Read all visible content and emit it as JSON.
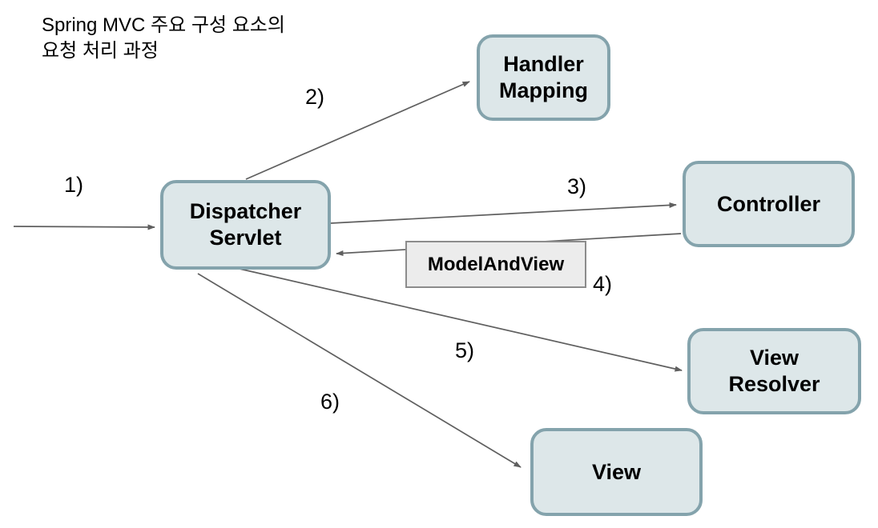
{
  "title": "Spring MVC 주요 구성 요소의\n요청 처리 과정",
  "nodes": {
    "handler_mapping": "Handler\nMapping",
    "dispatcher_servlet": "Dispatcher\nServlet",
    "controller": "Controller",
    "model_and_view": "ModelAndView",
    "view_resolver": "View\nResolver",
    "view": "View"
  },
  "arrow_labels": {
    "step1": "1)",
    "step2": "2)",
    "step3": "3)",
    "step4": "4)",
    "step5": "5)",
    "step6": "6)"
  },
  "arrows": [
    {
      "name": "arrow-1-request-to-dispatcher",
      "from": "client",
      "to": "dispatcher_servlet"
    },
    {
      "name": "arrow-2-to-handler-mapping",
      "from": "dispatcher_servlet",
      "to": "handler_mapping"
    },
    {
      "name": "arrow-3-to-controller",
      "from": "dispatcher_servlet",
      "to": "controller"
    },
    {
      "name": "arrow-4-modelandview-to-dispatcher",
      "from": "controller",
      "to": "dispatcher_servlet"
    },
    {
      "name": "arrow-5-to-view-resolver",
      "from": "dispatcher_servlet",
      "to": "view_resolver"
    },
    {
      "name": "arrow-6-to-view",
      "from": "dispatcher_servlet",
      "to": "view"
    }
  ],
  "colors": {
    "node_fill": "#dde7e9",
    "node_border": "#84a3ac",
    "modelandview_fill": "#ececec",
    "modelandview_border": "#8c8c8c",
    "arrow": "#5f5f5f",
    "text": "#000000"
  }
}
